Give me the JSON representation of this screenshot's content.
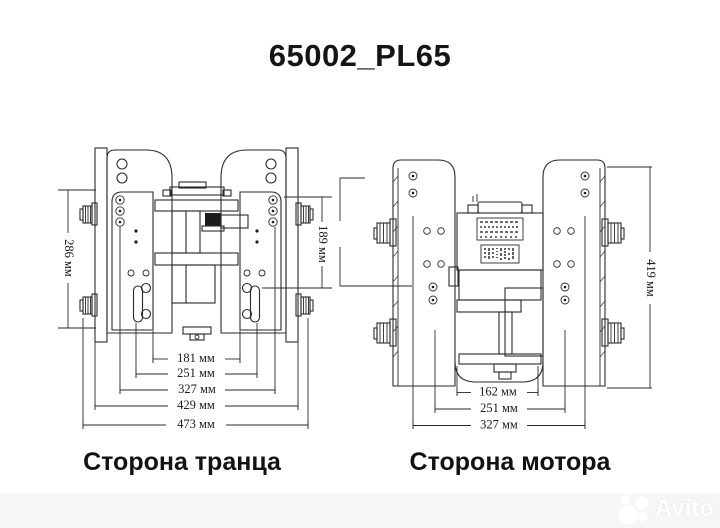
{
  "page": {
    "title": "65002_PL65",
    "background": "#ffffff"
  },
  "drawings": {
    "left": {
      "caption": "Сторона транца",
      "dim_height_left": "286 мм",
      "dim_height_right": "189 мм",
      "dim_widths": [
        "181 мм",
        "251 мм",
        "327 мм",
        "429 мм",
        "473 мм"
      ]
    },
    "right": {
      "caption": "Сторона мотора",
      "dim_height_right": "419 мм",
      "dim_widths": [
        "162 мм",
        "251 мм",
        "327 мм"
      ]
    }
  },
  "watermark": {
    "text": "Avito"
  },
  "colors": {
    "line": "#2a2a2a",
    "text": "#121212",
    "watermark": "#ffffff"
  }
}
